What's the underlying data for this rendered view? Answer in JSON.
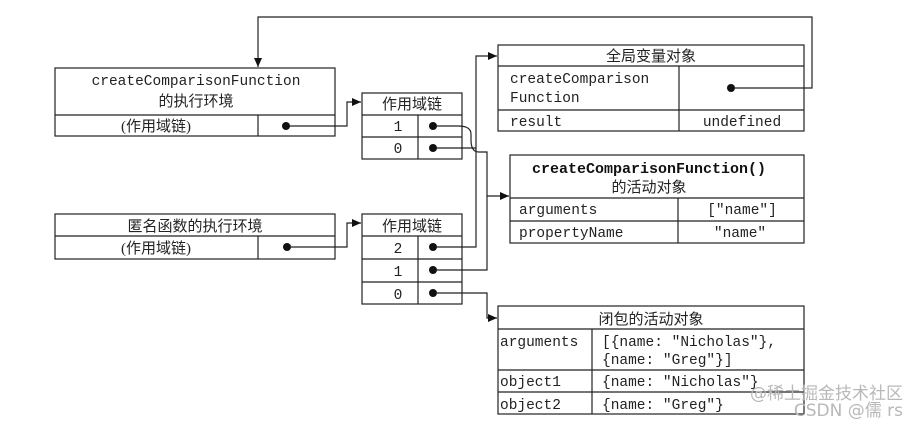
{
  "outer_exec_env": {
    "title_line1": "createComparisonFunction",
    "title_line2": "的执行环境",
    "scope_label": "(作用域链)"
  },
  "outer_scope_chain": {
    "title": "作用域链",
    "rows": [
      "1",
      "0"
    ]
  },
  "global_variable_object": {
    "title": "全局变量对象",
    "rows": [
      {
        "key_line1": "createComparison",
        "key_line2": "Function",
        "value": ""
      },
      {
        "key_line1": "result",
        "key_line2": "",
        "value": "undefined"
      }
    ]
  },
  "outer_activation_object": {
    "title_line1": "createComparisonFunction()",
    "title_line2": "的活动对象",
    "rows": [
      {
        "key": "arguments",
        "value": "[\"name\"]"
      },
      {
        "key": "propertyName",
        "value": "\"name\""
      }
    ]
  },
  "anon_exec_env": {
    "title": "匿名函数的执行环境",
    "scope_label": "(作用域链)"
  },
  "anon_scope_chain": {
    "title": "作用域链",
    "rows": [
      "2",
      "1",
      "0"
    ]
  },
  "closure_activation_object": {
    "title": "闭包的活动对象",
    "rows": [
      {
        "key": "arguments",
        "value_line1": "[{name: \"Nicholas\"},",
        "value_line2": "{name: \"Greg\"}]"
      },
      {
        "key": "object1",
        "value_line1": "{name: \"Nicholas\"}",
        "value_line2": ""
      },
      {
        "key": "object2",
        "value_line1": "{name: \"Greg\"}",
        "value_line2": ""
      }
    ]
  },
  "watermark": {
    "line1": "@稀土掘金技术社区",
    "line2": "CSDN @儒 rs"
  }
}
